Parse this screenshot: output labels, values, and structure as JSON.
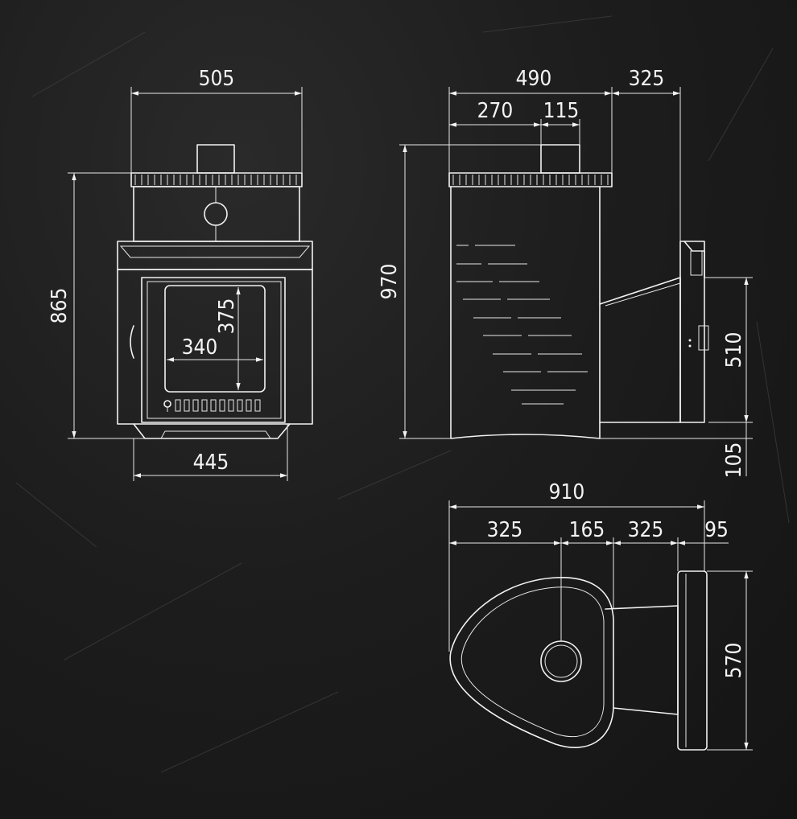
{
  "dimensions": {
    "front_width_top": "505",
    "front_height": "865",
    "front_base_width": "445",
    "door_width": "340",
    "door_height": "375",
    "side_depth": "490",
    "side_offset_270": "270",
    "side_flue_115": "115",
    "side_tunnel_325": "325",
    "side_height": "970",
    "tunnel_height": "510",
    "tunnel_bottom": "105",
    "top_total": "910",
    "top_seg_1": "325",
    "top_seg_2": "165",
    "top_seg_3": "325",
    "top_seg_4": "95",
    "top_width": "570"
  },
  "colors": {
    "background": "#171717",
    "line": "#f2f2f2"
  }
}
